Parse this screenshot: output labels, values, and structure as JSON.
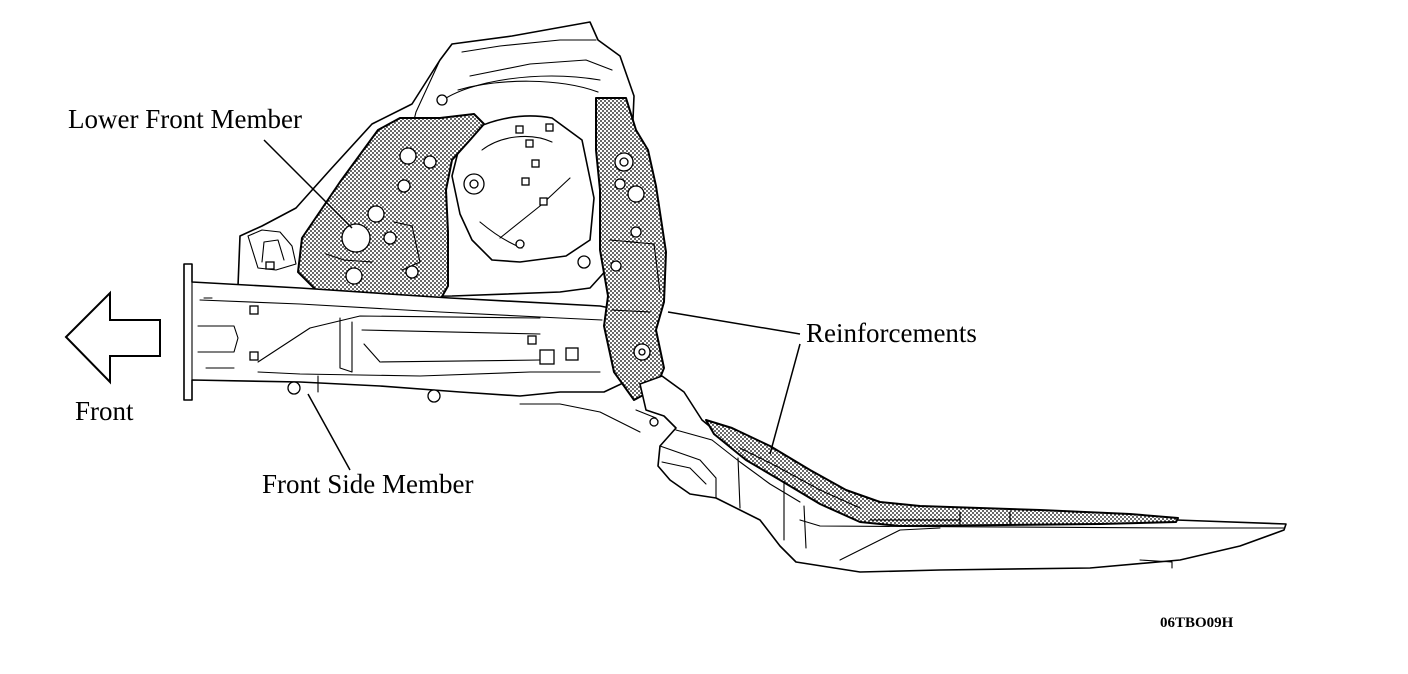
{
  "labels": {
    "lower_front_member": "Lower Front Member",
    "reinforcements": "Reinforcements",
    "front": "Front",
    "front_side_member": "Front Side Member",
    "figure_code": "06TBO09H"
  },
  "icons": {
    "direction_arrow": "left-arrow-outline-icon"
  },
  "colors": {
    "line": "#000000",
    "background": "#ffffff",
    "hatch_dot": "#000000"
  }
}
